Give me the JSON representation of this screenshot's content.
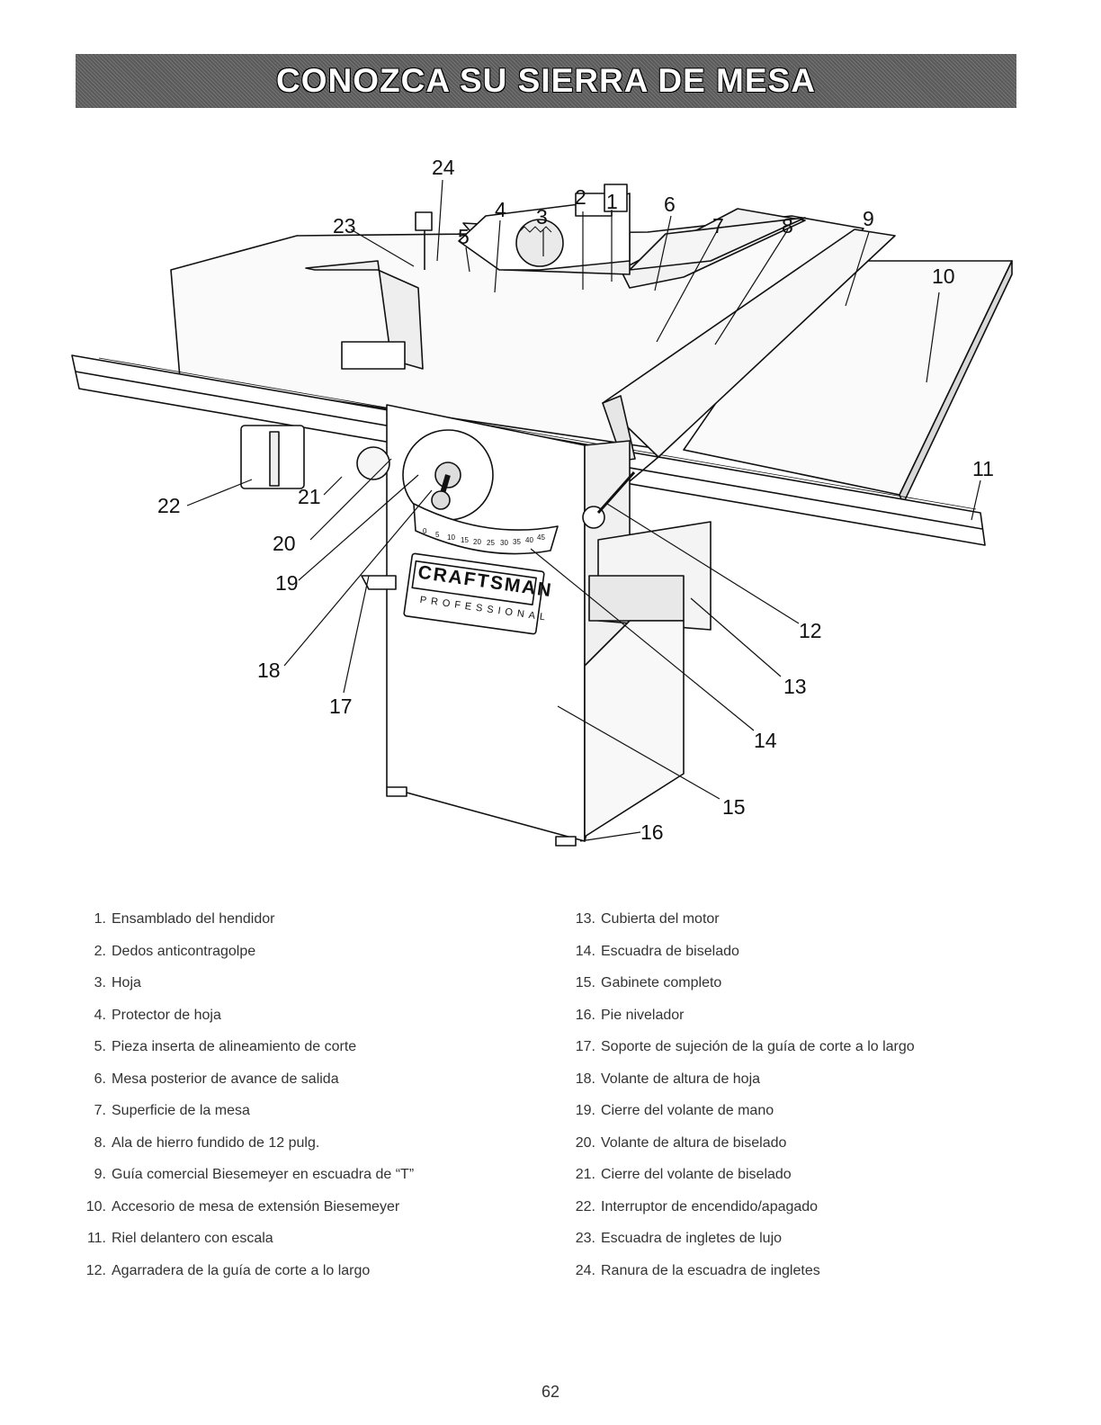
{
  "header": {
    "title": "CONOZCA SU SIERRA DE MESA"
  },
  "figure": {
    "brand_text": "CRAFTSMAN",
    "brand_subtext": "PROFESSIONAL",
    "scale_labels": [
      "0",
      "5",
      "10",
      "15",
      "20",
      "25",
      "30",
      "35",
      "40",
      "45"
    ],
    "callouts": [
      "1",
      "2",
      "3",
      "4",
      "5",
      "6",
      "7",
      "8",
      "9",
      "10",
      "11",
      "12",
      "13",
      "14",
      "15",
      "16",
      "17",
      "18",
      "19",
      "20",
      "21",
      "22",
      "23",
      "24"
    ]
  },
  "parts_list": {
    "left": [
      {
        "num": "1.",
        "label": "Ensamblado del hendidor"
      },
      {
        "num": "2.",
        "label": "Dedos anticontragolpe"
      },
      {
        "num": "3.",
        "label": "Hoja"
      },
      {
        "num": "4.",
        "label": "Protector de hoja"
      },
      {
        "num": "5.",
        "label": "Pieza inserta de alineamiento de corte"
      },
      {
        "num": "6.",
        "label": "Mesa posterior de avance de salida"
      },
      {
        "num": "7.",
        "label": "Superficie de la mesa"
      },
      {
        "num": "8.",
        "label": "Ala de hierro fundido de 12 pulg."
      },
      {
        "num": "9.",
        "label": "Guía comercial Biesemeyer en escuadra de “T”"
      },
      {
        "num": "10.",
        "label": "Accesorio de mesa de extensión Biesemeyer"
      },
      {
        "num": "11.",
        "label": "Riel delantero con escala"
      },
      {
        "num": "12.",
        "label": "Agarradera de la guía de corte a lo largo"
      }
    ],
    "right": [
      {
        "num": "13.",
        "label": "Cubierta del motor"
      },
      {
        "num": "14.",
        "label": "Escuadra de biselado"
      },
      {
        "num": "15.",
        "label": "Gabinete completo"
      },
      {
        "num": "16.",
        "label": "Pie nivelador"
      },
      {
        "num": "17.",
        "label": "Soporte de sujeción de la guía de corte a lo largo"
      },
      {
        "num": "18.",
        "label": "Volante de altura de hoja"
      },
      {
        "num": "19.",
        "label": "Cierre del volante de mano"
      },
      {
        "num": "20.",
        "label": "Volante de altura de biselado"
      },
      {
        "num": "21.",
        "label": "Cierre del volante de biselado"
      },
      {
        "num": "22.",
        "label": "Interruptor de encendido/apagado"
      },
      {
        "num": "23.",
        "label": "Escuadra de ingletes de lujo"
      },
      {
        "num": "24.",
        "label": "Ranura de la escuadra de ingletes"
      }
    ]
  },
  "footer": {
    "page_number": "62"
  }
}
